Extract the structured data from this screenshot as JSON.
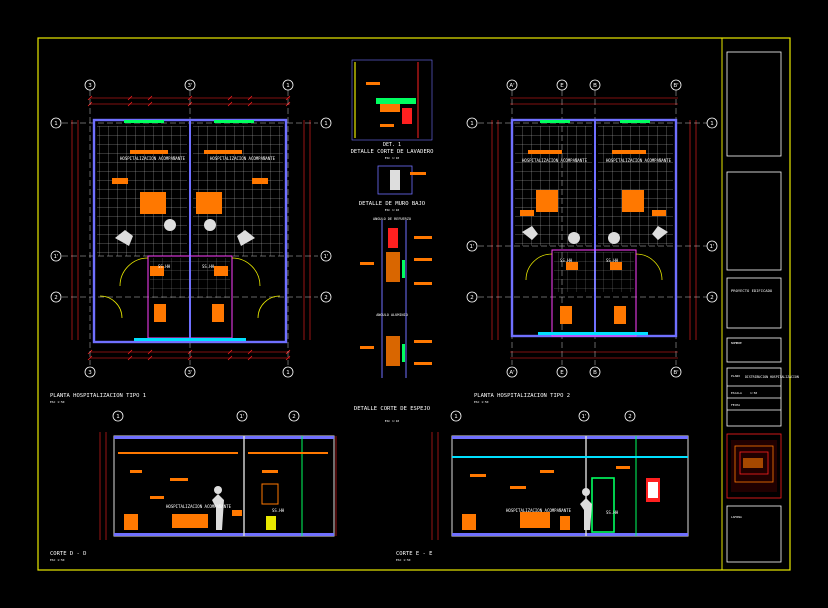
{
  "drawing": {
    "plan_titles": [
      "PLANTA HOSPITALIZACION TIPO 1",
      "PLANTA HOSPITALIZACION TIPO 2"
    ],
    "plan_scales": [
      "ESC 1:50",
      "ESC 1:50"
    ],
    "section_titles": [
      "CORTE D - D",
      "CORTE E - E"
    ],
    "section_scales": [
      "ESC 1:50",
      "ESC 1:50"
    ],
    "details": [
      {
        "title": "DETALLE CORTE DE LAVADERO",
        "prefix": "DET. 1",
        "scale": "ESC 1:10"
      },
      {
        "title": "DETALLE DE MURO BAJO",
        "prefix": "",
        "scale": "ESC 1:10"
      },
      {
        "title": "DETALLE CORTE DE ESPEJO",
        "prefix": "",
        "scale": "ESC 1:10"
      }
    ],
    "angle_labels": [
      "ANGULO DE REFUERZO",
      "ANGULO ALUMINIO"
    ],
    "plan1_axes": {
      "top": [
        "3",
        "3'",
        "1"
      ],
      "side": [
        "1",
        "1'",
        "2"
      ]
    },
    "plan2_axes": {
      "top": [
        "A'",
        "E",
        "B",
        "B'"
      ],
      "side": [
        "1",
        "1'",
        "2"
      ]
    },
    "section_axes": [
      "1",
      "1'",
      "2"
    ],
    "room_labels": [
      "HOSPITALIZACION ACOMPAÑANTE",
      "SS.HH"
    ]
  },
  "title_block": {
    "project_label": "PROYECTO EDIFICADO",
    "rows": [
      "NOMBRE",
      "PLANO",
      "ESCALA",
      "FECHA",
      "LAMINA"
    ],
    "plan_name": "DISTRIBUCION HOSPITALIZACION",
    "scale_value": "1:50"
  },
  "colors": {
    "border": "#e8e800",
    "wall": "#7070ff",
    "furniture": "#ff7800",
    "grid": "#d8d8d8",
    "dimension": "#ff2020",
    "axis": "#ffffff",
    "accent_green": "#00ff60",
    "accent_cyan": "#00e0ff",
    "accent_magenta": "#ff40ff"
  }
}
